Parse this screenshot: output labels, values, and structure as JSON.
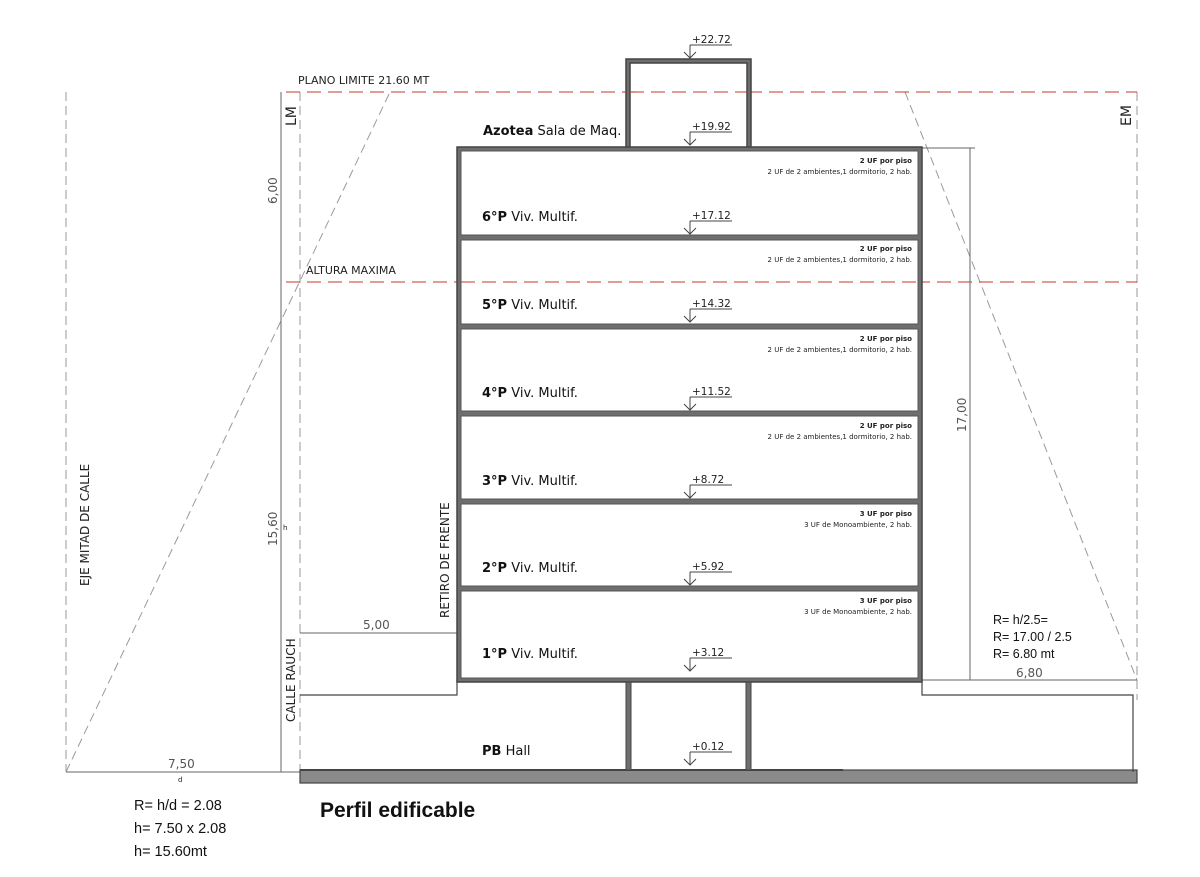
{
  "title": "Perfil edificable",
  "plano_limite": "PLANO LIMITE 21.60 MT",
  "altura_maxima": "ALTURA MAXIMA",
  "lm": "LM",
  "em": "EM",
  "eje": "EJE MITAD DE CALLE",
  "calle": "CALLE RAUCH",
  "retiro": "RETIRO DE FRENTE",
  "top_level": "+22.72",
  "azotea": {
    "name": "Azotea",
    "desc": "Sala de Maq.",
    "level": "+19.92"
  },
  "floors": [
    {
      "name": "6°P",
      "desc": "Viv. Multif.",
      "level": "+17.12",
      "uf_title": "2 UF por piso",
      "uf_desc": "2 UF de 2 ambientes,1 dormitorio, 2 hab."
    },
    {
      "name": "5°P",
      "desc": "Viv. Multif.",
      "level": "+14.32",
      "uf_title": "2 UF por piso",
      "uf_desc": "2 UF de 2 ambientes,1 dormitorio, 2 hab."
    },
    {
      "name": "4°P",
      "desc": "Viv. Multif.",
      "level": "+11.52",
      "uf_title": "2 UF por piso",
      "uf_desc": "2 UF de 2 ambientes,1 dormitorio, 2 hab."
    },
    {
      "name": "3°P",
      "desc": "Viv. Multif.",
      "level": "+8.72",
      "uf_title": "2 UF por piso",
      "uf_desc": "2 UF de 2 ambientes,1 dormitorio, 2 hab."
    },
    {
      "name": "2°P",
      "desc": "Viv. Multif.",
      "level": "+5.92",
      "uf_title": "3 UF por piso",
      "uf_desc": "3 UF de Monoambiente, 2 hab."
    },
    {
      "name": "1°P",
      "desc": "Viv. Multif.",
      "level": "+3.12",
      "uf_title": "3 UF por piso",
      "uf_desc": "3 UF de Monoambiente, 2 hab."
    }
  ],
  "pb": {
    "name": "PB",
    "desc": "Hall",
    "level": "+0.12"
  },
  "dims": {
    "d600": "6,00",
    "d1560": "15,60",
    "h": "h",
    "d500": "5,00",
    "d750": "7,50",
    "d": "d",
    "d1700": "17,00",
    "d680": "6,80"
  },
  "formula_left": [
    "R= h/d = 2.08",
    "h= 7.50 x 2.08",
    "h= 15.60mt"
  ],
  "formula_right": [
    "R= h/2.5=",
    "R= 17.00 / 2.5",
    "R= 6.80 mt"
  ],
  "colors": {
    "line": "#444444",
    "dash_red": "#c0392b",
    "dash_grey": "#9a9a9a"
  }
}
